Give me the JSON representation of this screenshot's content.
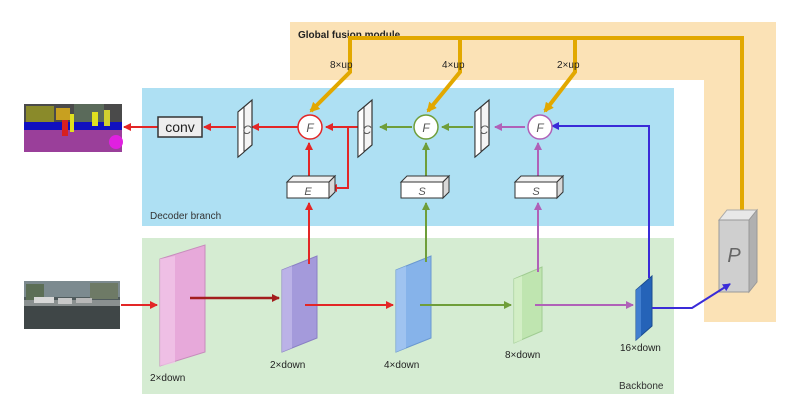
{
  "regions": {
    "global": "Global fusion module",
    "decoder": "Decoder branch",
    "backbone": "Backbone"
  },
  "upsampling": {
    "up8": "8×up",
    "up4": "4×up",
    "up2": "2×up"
  },
  "downsampling": {
    "down2_first": "2×down",
    "down2_second": "2×down",
    "down4": "4×down",
    "down8": "8×down",
    "down16": "16×down"
  },
  "modules": {
    "conv": "conv",
    "concat": "C",
    "fusion": "F",
    "edge": "E",
    "semantic": "S",
    "pooling": "P"
  },
  "colors": {
    "global_bg": "#fbe2b6",
    "decoder_bg": "#aee0f3",
    "backbone_bg": "#d5ecd2",
    "gold": "#e2a800",
    "red": "#e32626",
    "green": "#6f9e3a",
    "purple": "#b061b8",
    "blue": "#3a2bd8",
    "block_pink": "#e7a9da",
    "block_purple": "#a49adb",
    "block_blue": "#86b3ea",
    "block_green": "#bfe5b0",
    "block_dark_blue": "#2563b8"
  }
}
